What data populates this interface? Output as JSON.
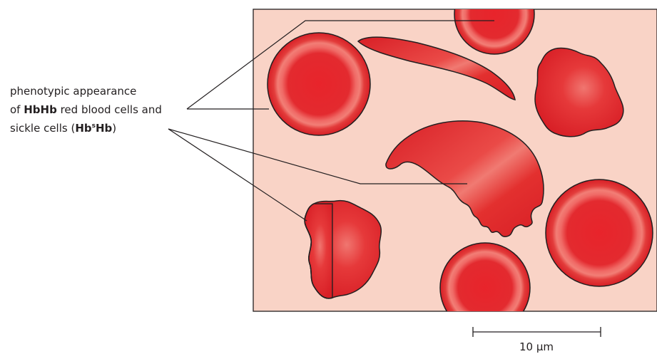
{
  "annotation": {
    "line1": "phenotypic appearance",
    "line2_prefix": "of ",
    "line2_bold": "HbHb",
    "line2_suffix": " red blood cells and",
    "line3_prefix": "sickle cells (",
    "line3_bold1": "Hb",
    "line3_sup": "s",
    "line3_bold2": "Hb",
    "line3_suffix": ")"
  },
  "scale_bar": {
    "label": "10 µm"
  },
  "colors": {
    "background_panel": "#f9d3c6",
    "cell_red": "#e6262c",
    "cell_dark": "#c81d25",
    "cell_highlight": "#f37a72",
    "outline": "#231f20"
  }
}
